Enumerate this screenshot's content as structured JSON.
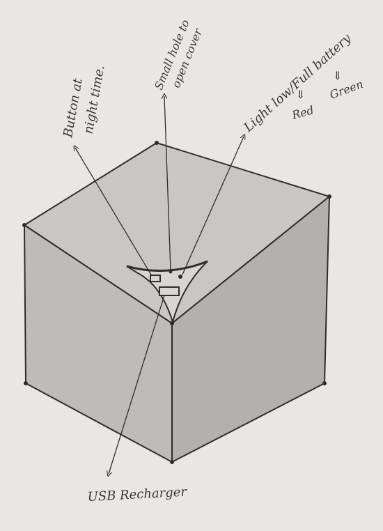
{
  "labels": {
    "button_line1": "Button at",
    "button_line2": "night time.",
    "hole_line1": "Small hole to",
    "hole_line2": "open cover",
    "light": "Light low/Full battery",
    "arrow_glyph": "⇓",
    "red": "Red",
    "green": "Green",
    "usb": "USB Recharger"
  },
  "colors": {
    "paper": "#e9e7e4",
    "ink": "#2f2d2b",
    "top_face": "#c9c7c4",
    "left_face": "#bebcb9",
    "right_face": "#b3b1ae"
  }
}
